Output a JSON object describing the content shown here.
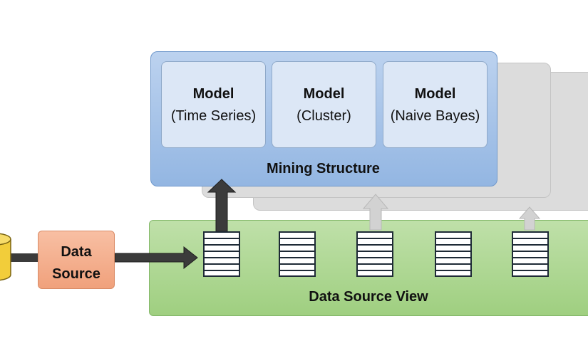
{
  "diagram": {
    "mining_structure": {
      "label": "Mining Structure",
      "models": [
        {
          "title": "Model",
          "type": "(Time Series)"
        },
        {
          "title": "Model",
          "type": "(Cluster)"
        },
        {
          "title": "Model",
          "type": "(Naive Bayes)"
        }
      ]
    },
    "data_source": {
      "line1": "Data",
      "line2": "Source"
    },
    "data_source_view": {
      "label": "Data Source View",
      "table_count": 5
    },
    "colors": {
      "mining_structure": "#9dbde6",
      "model_box": "#dce7f6",
      "data_source_view": "#a9d48c",
      "data_source": "#f4ab88",
      "database": "#f2cd3a",
      "arrow_dark": "#3a3a3a",
      "arrow_light": "#cfcfcf",
      "shadow_layers": "#dcdcdc"
    }
  }
}
